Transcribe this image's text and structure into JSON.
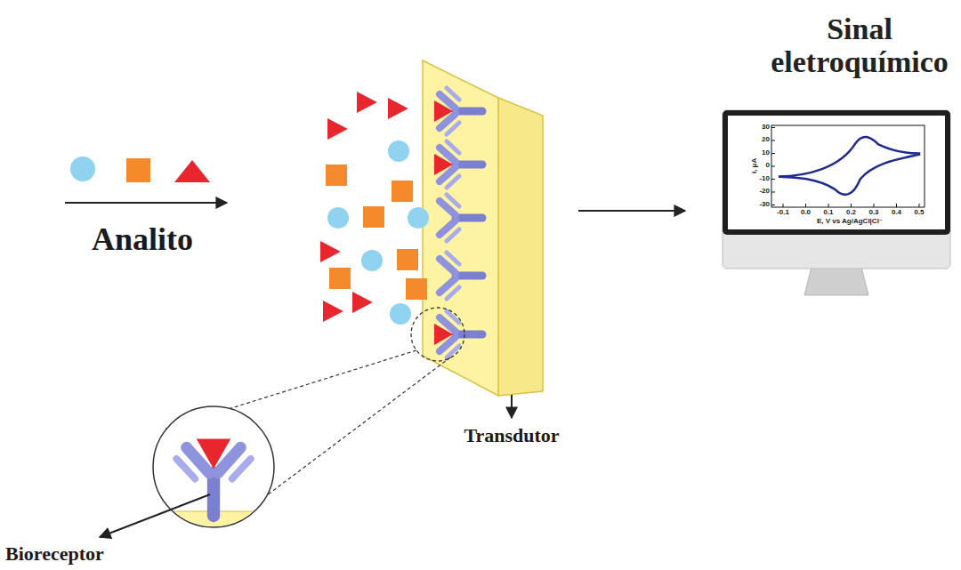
{
  "diagram": {
    "labels": [
      "Sinal eletroquímico",
      "Analito",
      "Transdutor",
      "Bioreceptor",
      "30",
      "20",
      "10",
      "0",
      "-10",
      "-20",
      "-30",
      "i, μA",
      "-0.1",
      "0.0",
      "0.1",
      "0.2",
      "0.3",
      "0.4",
      "0.5",
      "E, V vs Ag/AgCl|Cl⁻"
    ]
  }
}
